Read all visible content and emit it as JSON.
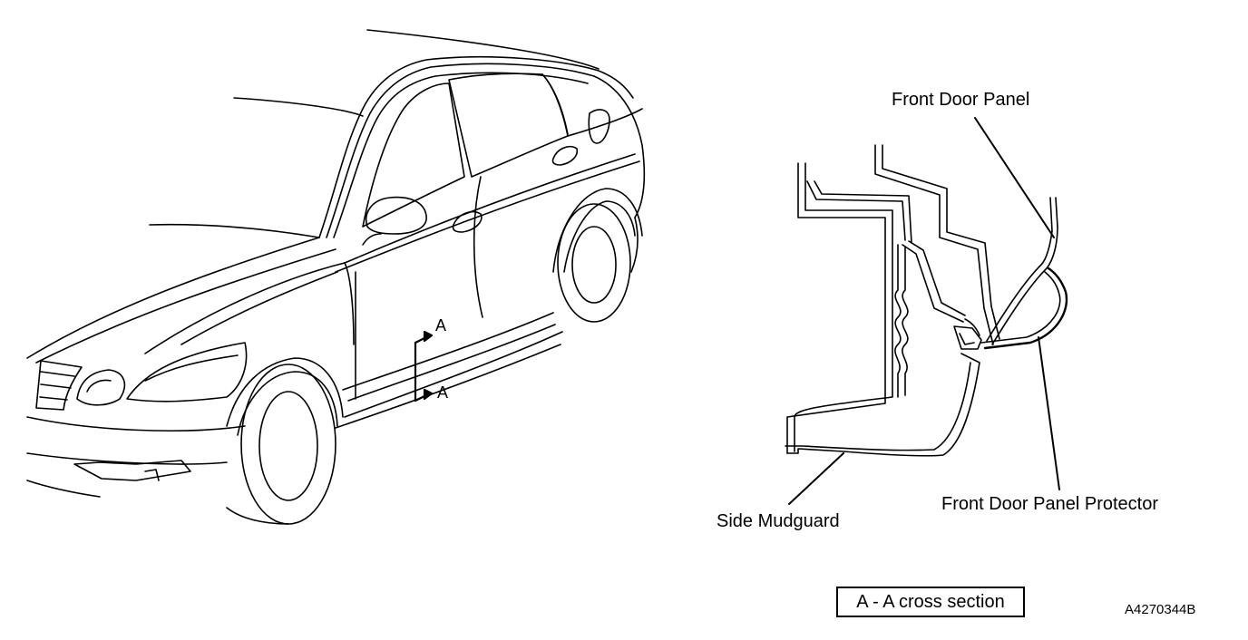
{
  "labels": {
    "front_door_panel": "Front Door Panel",
    "front_door_panel_protector": "Front Door Panel Protector",
    "side_mudguard": "Side Mudguard",
    "section_marker_top": "A",
    "section_marker_bottom": "A"
  },
  "caption": "A - A cross section",
  "figure_code": "A4270344B",
  "colors": {
    "line": "#000000",
    "background": "#ffffff"
  }
}
